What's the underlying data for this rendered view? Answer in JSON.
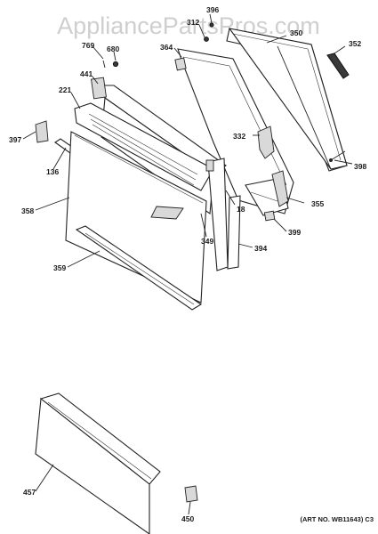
{
  "watermark": "AppliancePartsPros.com",
  "art_number": "(ART NO. WB11643) C3",
  "labels": {
    "p396": "396",
    "p312": "312",
    "p350": "350",
    "p352": "352",
    "p769": "769",
    "p680": "680",
    "p364": "364",
    "p441": "441",
    "p221": "221",
    "p397": "397",
    "p332": "332",
    "p398": "398",
    "p136": "136",
    "p358": "358",
    "p18": "18",
    "p355": "355",
    "p349": "349",
    "p399": "399",
    "p394": "394",
    "p359": "359",
    "p457": "457",
    "p450": "450"
  }
}
